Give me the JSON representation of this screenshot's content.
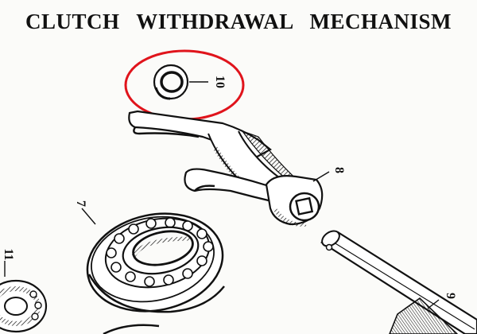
{
  "title": "CLUTCH WITHDRAWAL MECHANISM",
  "parts": [
    {
      "id": "part-7",
      "label": "7",
      "name": "ball-bearing"
    },
    {
      "id": "part-8",
      "label": "8",
      "name": "withdrawal-fork"
    },
    {
      "id": "part-9",
      "label": "9",
      "name": "shaft"
    },
    {
      "id": "part-10",
      "label": "10",
      "name": "washer"
    },
    {
      "id": "part-11",
      "label": "11",
      "name": "small-bearing"
    }
  ],
  "colors": {
    "ink": "#111111",
    "highlight": "#e0141c",
    "paper": "#fbfbf9"
  }
}
